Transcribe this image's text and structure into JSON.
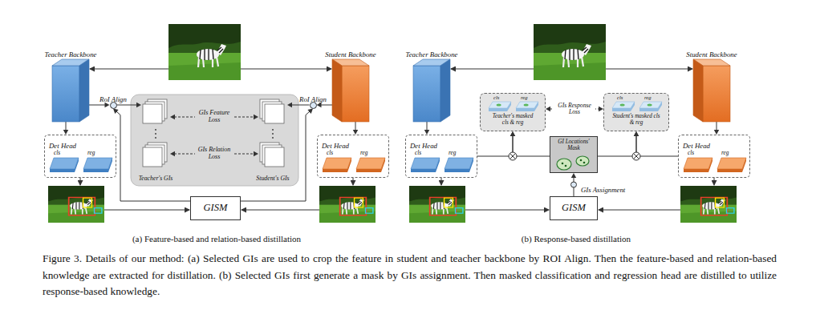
{
  "diagram": {
    "caption": "Figure 3. Details of our method: (a) Selected GIs are used to crop the feature in student and teacher backbone by ROI Align. Then the feature-based and relation-based knowledge are extracted for distillation. (b) Selected GIs first generate a mask by GIs assignment. Then masked classification and regression head are distilled to utilize response-based knowledge.",
    "nodes": [
      {
        "text": [
          "Teacher Backbone"
        ]
      },
      {
        "text": [
          "RoI Align"
        ]
      },
      {
        "text": [
          "Teacher's GIs"
        ]
      },
      {
        "text": [
          "Student's GIs"
        ]
      },
      {
        "text": [
          "RoI Align"
        ]
      },
      {
        "text": [
          "Student Backbone"
        ]
      },
      {
        "text": [
          "Det Head"
        ]
      },
      {
        "text": [
          "cls"
        ],
        "in": 6
      },
      {
        "text": [
          "reg"
        ],
        "in": 6
      },
      {
        "text": [
          "Det Head"
        ]
      },
      {
        "text": [
          "cls"
        ],
        "in": 9
      },
      {
        "text": [
          "reg"
        ],
        "in": 9
      },
      {
        "text": [
          "GISM"
        ]
      },
      {
        "text": [
          "Teacher Backbone"
        ]
      },
      {
        "text": [
          "Teacher's masked cls & reg"
        ]
      },
      {
        "text": [
          "cls"
        ],
        "in": 14
      },
      {
        "text": [
          "reg"
        ],
        "in": 14
      },
      {
        "text": [
          "Student's masked cls & reg"
        ]
      },
      {
        "text": [
          "cls"
        ],
        "in": 17
      },
      {
        "text": [
          "reg"
        ],
        "in": 17
      },
      {
        "text": [
          "Student Backbone"
        ]
      },
      {
        "text": [
          "Det Head"
        ]
      },
      {
        "text": [
          "cls"
        ],
        "in": 21
      },
      {
        "text": [
          "reg"
        ],
        "in": 21
      },
      {
        "text": [
          "GI Locations' Mask"
        ]
      },
      {
        "text": [
          "Det Head"
        ]
      },
      {
        "text": [
          "cls"
        ],
        "in": 25
      },
      {
        "text": [
          "reg"
        ],
        "in": 25
      },
      {
        "text": [
          "GISM"
        ]
      }
    ],
    "edges": [
      {
        "from": 0,
        "to": 1,
        "arrow": "to"
      },
      {
        "from": 1,
        "to": 2,
        "arrow": "to"
      },
      {
        "from": 12,
        "to": 1,
        "arrow": "to"
      },
      {
        "from": 5,
        "to": 4,
        "arrow": "to"
      },
      {
        "from": 4,
        "to": 3,
        "arrow": "to"
      },
      {
        "from": 12,
        "to": 4,
        "arrow": "to"
      },
      {
        "from": 2,
        "to": 3,
        "label": "GIs Feature Loss",
        "arrow": "both"
      },
      {
        "from": 2,
        "to": 3,
        "label": "GIs Relation Loss",
        "arrow": "both"
      },
      {
        "from": 0,
        "to": 6,
        "arrow": "to"
      },
      {
        "from": 5,
        "to": 9,
        "arrow": "to"
      },
      {
        "from": 13,
        "to": 21,
        "arrow": "to"
      },
      {
        "from": 20,
        "to": 25,
        "arrow": "to"
      },
      {
        "from": 21,
        "to": 14,
        "arrow": "to"
      },
      {
        "from": 24,
        "to": 14,
        "arrow": "to"
      },
      {
        "from": 25,
        "to": 17,
        "arrow": "to"
      },
      {
        "from": 24,
        "to": 17,
        "arrow": "to"
      },
      {
        "from": 14,
        "to": 17,
        "label": "GIs Response Loss",
        "arrow": "both"
      },
      {
        "from": 28,
        "to": 24,
        "label": "GIs Assignment",
        "arrow": "to"
      }
    ],
    "labels": [
      "(a) Feature-based and relation-based distillation",
      "(b) Response-based distillation"
    ]
  }
}
